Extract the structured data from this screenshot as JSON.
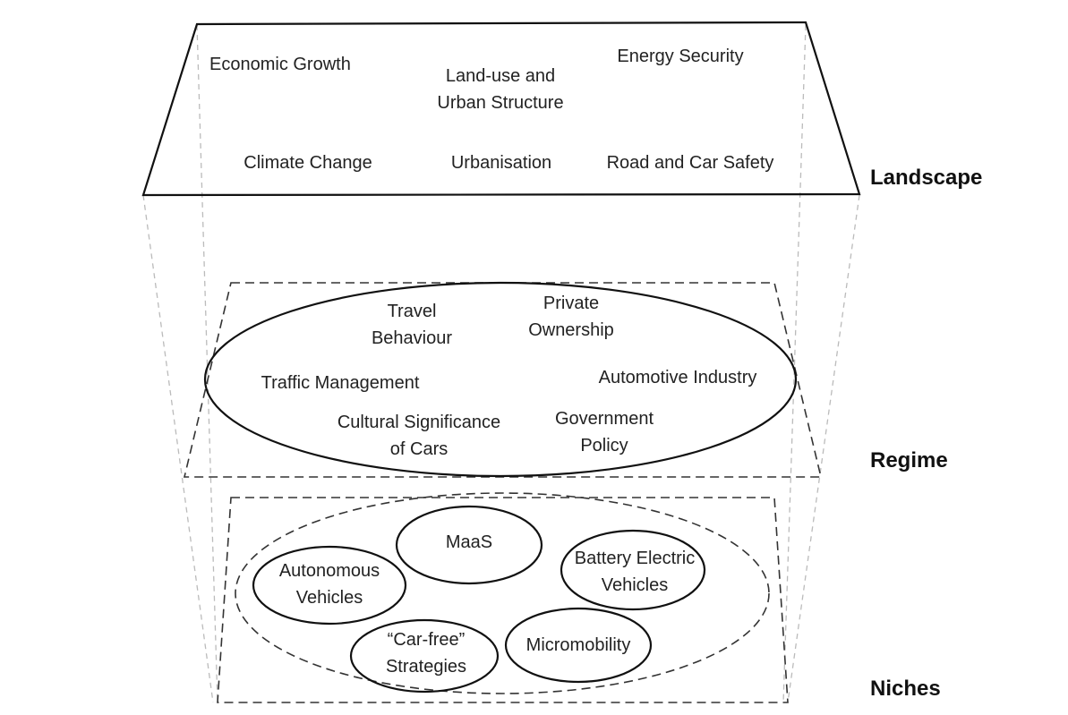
{
  "layers": {
    "landscape": "Landscape",
    "regime": "Regime",
    "niches": "Niches"
  },
  "landscape_factors": {
    "economic_growth": "Economic Growth",
    "land_use_line1": "Land-use and",
    "land_use_line2": "Urban Structure",
    "energy_security": "Energy Security",
    "climate_change": "Climate Change",
    "urbanisation": "Urbanisation",
    "road_safety": "Road and Car Safety"
  },
  "regime_factors": {
    "travel_line1": "Travel",
    "travel_line2": "Behaviour",
    "private_line1": "Private",
    "private_line2": "Ownership",
    "traffic_management": "Traffic Management",
    "automotive_industry": "Automotive Industry",
    "cultural_line1": "Cultural Significance",
    "cultural_line2": "of Cars",
    "government_line1": "Government",
    "government_line2": "Policy"
  },
  "niche_items": {
    "maas": "MaaS",
    "autonomous_line1": "Autonomous",
    "autonomous_line2": "Vehicles",
    "battery_line1": "Battery Electric",
    "battery_line2": "Vehicles",
    "carfree_line1": "“Car-free”",
    "carfree_line2": "Strategies",
    "micromobility": "Micromobility"
  }
}
